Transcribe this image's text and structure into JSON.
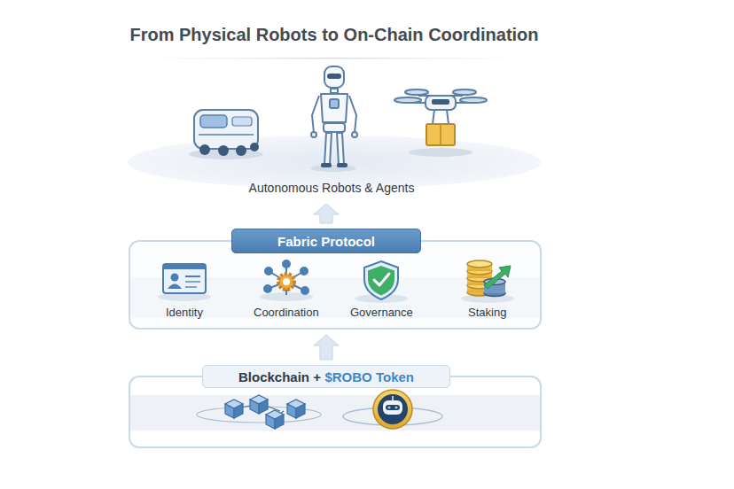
{
  "diagram": {
    "title": "From Physical Robots to On-Chain Coordination",
    "nodes": [
      {
        "text": [
          "Autonomous Robots & Agents"
        ]
      },
      {
        "text": [
          "Fabric Protocol"
        ]
      },
      {
        "text": [
          "Blockchain +",
          "$ROBO Token"
        ]
      }
    ],
    "edges": [
      {
        "from": 2,
        "to": 1,
        "arrow": "to"
      },
      {
        "from": 1,
        "to": 0,
        "arrow": "to"
      }
    ],
    "labels": [
      "Identity",
      "Coordination",
      "Governance",
      "Staking"
    ]
  }
}
